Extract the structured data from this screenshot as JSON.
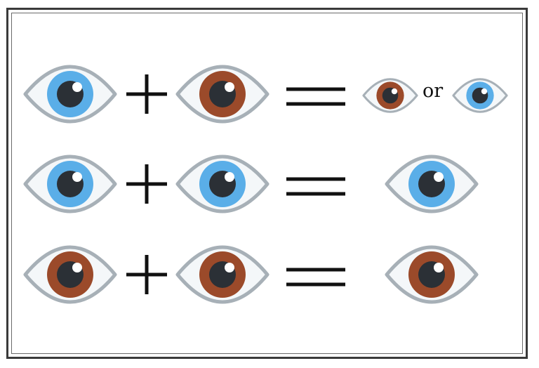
{
  "colors": {
    "blue_iris": "#5aaee8",
    "brown_iris": "#9b4a2a",
    "pupil": "#2b3036",
    "eye_outline": "#a7b0b7",
    "sclera": "#f4f7f9",
    "operator": "#111111"
  },
  "icons": {
    "eye": "eye-icon",
    "plus": "plus-icon",
    "equals": "equals-icon"
  },
  "rows": [
    {
      "left": "blue",
      "right": "brown",
      "result": [
        "brown",
        "blue"
      ],
      "result_joiner": "or"
    },
    {
      "left": "blue",
      "right": "blue",
      "result": [
        "blue"
      ]
    },
    {
      "left": "brown",
      "right": "brown",
      "result": [
        "brown"
      ]
    }
  ]
}
